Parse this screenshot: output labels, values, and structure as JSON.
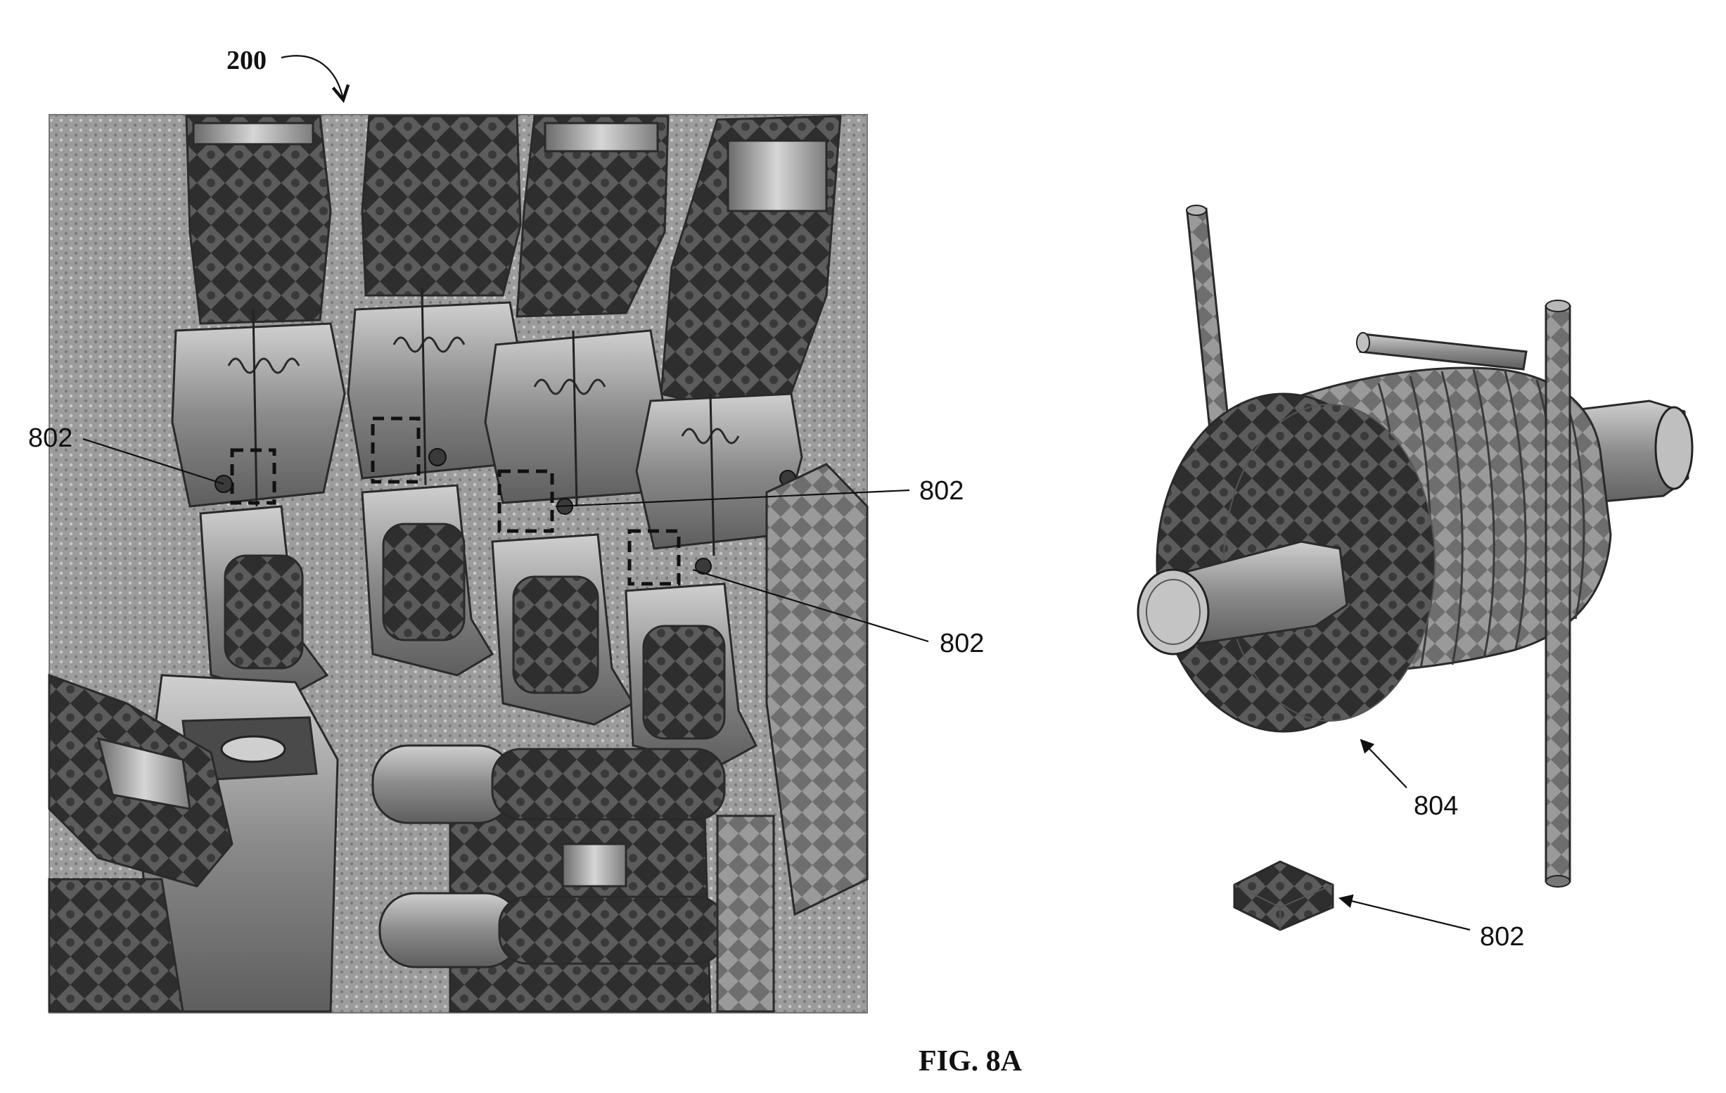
{
  "figure": {
    "caption": "FIG. 8A",
    "assembly_ref": "200",
    "left_panel": {
      "callouts": [
        {
          "id": "left-a",
          "text": "802"
        },
        {
          "id": "left-b",
          "text": "802"
        },
        {
          "id": "left-c",
          "text": "802"
        }
      ]
    },
    "right_panel": {
      "callouts": [
        {
          "id": "spool",
          "text": "804"
        },
        {
          "id": "block",
          "text": "802"
        }
      ]
    }
  },
  "colors": {
    "background": "#ffffff",
    "panel_gray": "#9a9a9a",
    "dark_part": "#3c3c3c",
    "mid_part": "#777777",
    "light_part": "#c8c8c8",
    "ink": "#111111"
  }
}
